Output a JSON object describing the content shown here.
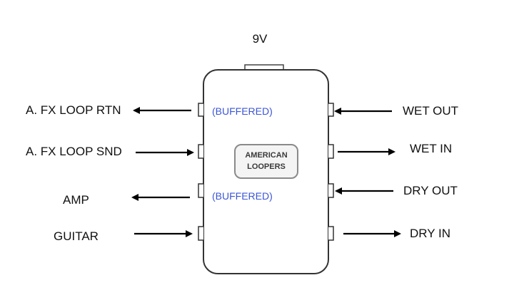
{
  "power_label": "9V",
  "logo": {
    "line1": "AMERICAN",
    "line2": "LOOPERS"
  },
  "buffered_note_color": "#3b55d6",
  "left_ports": [
    {
      "label": "A. FX LOOP RTN",
      "direction": "out",
      "note": "(BUFFERED)"
    },
    {
      "label": "A. FX LOOP SND",
      "direction": "in",
      "note": ""
    },
    {
      "label": "AMP",
      "direction": "out",
      "note": "(BUFFERED)"
    },
    {
      "label": "GUITAR",
      "direction": "in",
      "note": ""
    }
  ],
  "right_ports": [
    {
      "label": "WET OUT",
      "direction": "in"
    },
    {
      "label": "WET IN",
      "direction": "out"
    },
    {
      "label": "DRY OUT",
      "direction": "in"
    },
    {
      "label": "DRY IN",
      "direction": "out"
    }
  ]
}
